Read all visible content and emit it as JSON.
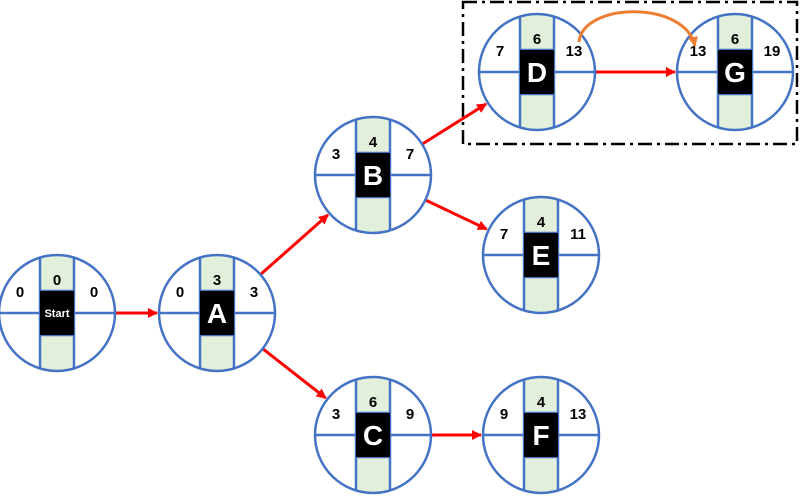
{
  "colors": {
    "node_stroke": "#4472C4",
    "cell_fill": "#E2EFDA",
    "label_box": "#000000",
    "label_text": "#ffffff",
    "arrow": "#FF0000",
    "lag_arrow": "#ED7D31",
    "highlight_border": "#000000"
  },
  "nodes": [
    {
      "id": "start",
      "label": "Start",
      "es": "0",
      "dur": "0",
      "ef": "0"
    },
    {
      "id": "a",
      "label": "A",
      "es": "0",
      "dur": "3",
      "ef": "3"
    },
    {
      "id": "b",
      "label": "B",
      "es": "3",
      "dur": "4",
      "ef": "7"
    },
    {
      "id": "c",
      "label": "C",
      "es": "3",
      "dur": "6",
      "ef": "9"
    },
    {
      "id": "d",
      "label": "D",
      "es": "7",
      "dur": "6",
      "ef": "13"
    },
    {
      "id": "e",
      "label": "E",
      "es": "7",
      "dur": "4",
      "ef": "11"
    },
    {
      "id": "f",
      "label": "F",
      "es": "9",
      "dur": "4",
      "ef": "13"
    },
    {
      "id": "g",
      "label": "G",
      "es": "13",
      "dur": "6",
      "ef": "19"
    }
  ],
  "edges": [
    {
      "from": "start",
      "to": "a"
    },
    {
      "from": "a",
      "to": "b"
    },
    {
      "from": "a",
      "to": "c"
    },
    {
      "from": "b",
      "to": "d"
    },
    {
      "from": "b",
      "to": "e"
    },
    {
      "from": "c",
      "to": "f"
    },
    {
      "from": "d",
      "to": "g"
    }
  ],
  "lag_link": {
    "from": "d",
    "to": "g"
  }
}
